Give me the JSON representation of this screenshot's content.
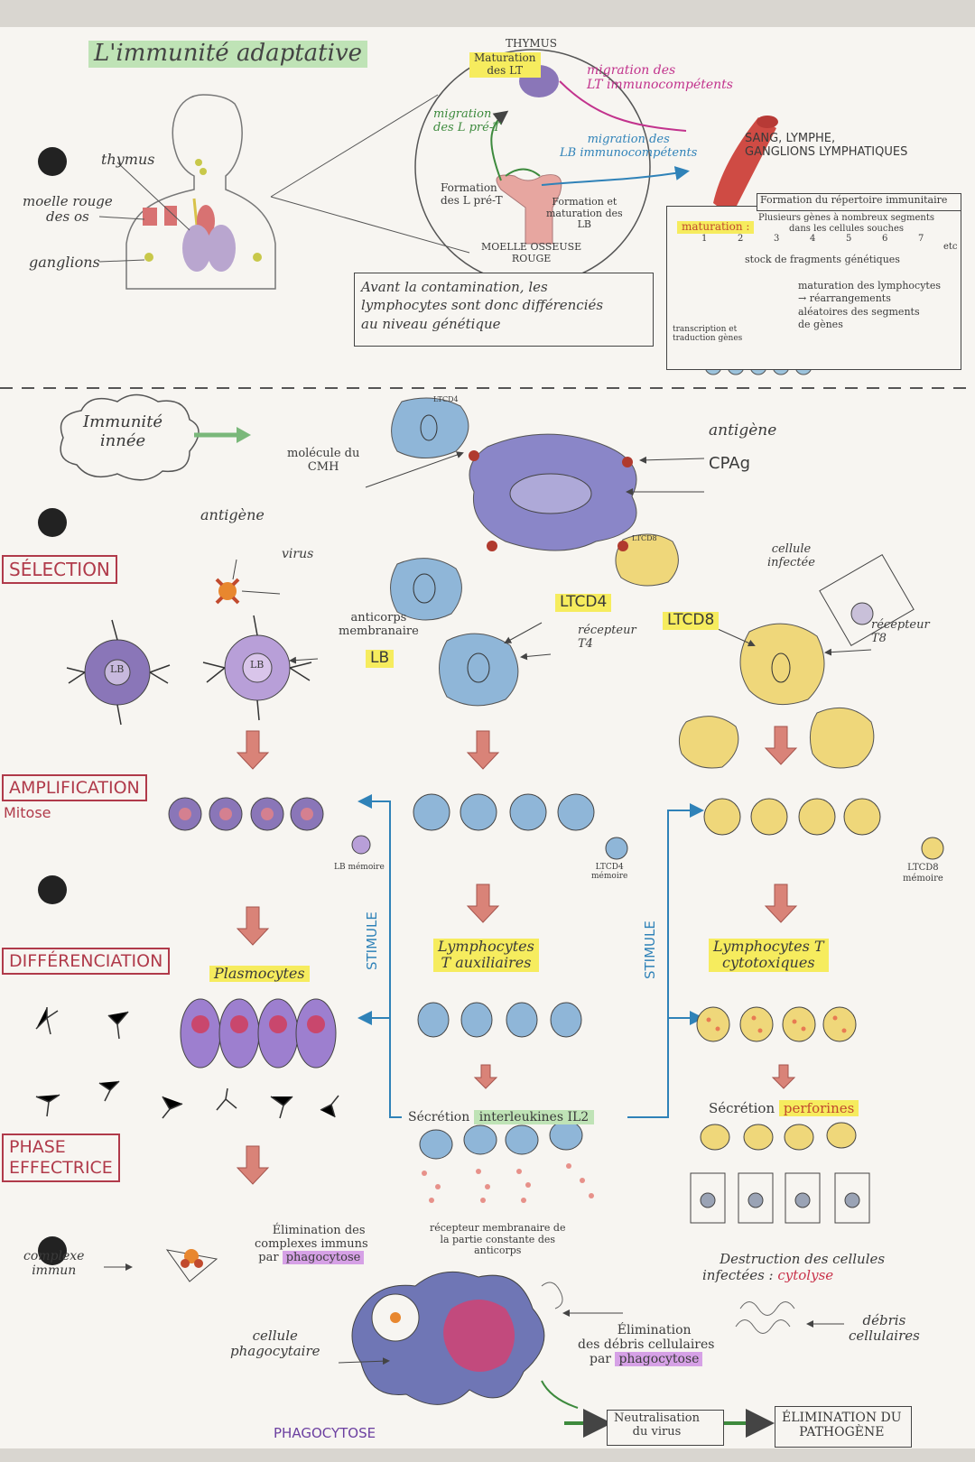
{
  "title": "L'immunité adaptative",
  "top": {
    "thymus_label": "thymus",
    "marrow_label": "moelle rouge\ndes os",
    "ganglions_label": "ganglions",
    "thymus_heading": "THYMUS",
    "maturation_lt": "Maturation\ndes LT",
    "migration_lt": "migration des\nLT immunocompétents",
    "migration_pret": "migration\ndes L pré-T",
    "migration_lb": "migration des\nLB immunocompétents",
    "formation_lpret": "Formation\ndes L pré-T",
    "formation_lb": "Formation et\nmaturation des\nLB",
    "moelle_osseuse": "MOELLE OSSEUSE\nROUGE",
    "blood_label": "SANG, LYMPHE,\nGANGLIONS LYMPHATIQUES",
    "note": "Avant la contamination, les\nlymphocytes sont donc différenciés\nau niveau génétique",
    "repertoire_title": "Formation du répertoire immunitaire",
    "maturation_word": "maturation :",
    "genes_text": "Plusieurs gènes à nombreux segments\ndans les cellules souches",
    "segments": [
      "1",
      "2",
      "3",
      "4",
      "5",
      "6",
      "7"
    ],
    "etc": "etc",
    "stock_text": "stock de fragments génétiques",
    "maturation_desc": "maturation des lymphocytes\n→ réarrangements\naléatoires des segments\nde gènes",
    "transcription": "transcription et\ntraduction gènes"
  },
  "bottom": {
    "innee": "Immunité\ninnée",
    "cmh": "molécule du\nCMH",
    "antigene": "antigène",
    "cpag": "CPAg",
    "ltcd4_small": "LTCD4",
    "ltcd8_small": "LTCD8",
    "antigene_left": "antigène",
    "virus": "virus",
    "anticorps_membranaire": "anticorps\nmembranaire",
    "lb_label": "LB",
    "lb_cell": "LB",
    "ltcd4": "LTCD4",
    "recepteur_t4": "récepteur\nT4",
    "ltcd8": "LTCD8",
    "cellule_infectee": "cellule\ninfectée",
    "recepteur_t8": "récepteur\nT8",
    "lb_memoire": "LB mémoire",
    "ltcd4_memoire": "LTCD4\nmémoire",
    "ltcd8_memoire": "LTCD8\nmémoire",
    "stimule": "STIMULE",
    "plasmocytes": "Plasmocytes",
    "lt_aux": "Lymphocytes\nT auxiliaires",
    "lt_cyto": "Lymphocytes T\ncytotoxiques",
    "secretion_il2_pre": "Sécrétion ",
    "secretion_il2_hl": "interleukines IL2",
    "secretion_perf_pre": "Sécrétion ",
    "secretion_perf_hl": "perforines",
    "complexe": "complexe\nimmun",
    "elimination_complexes": "Élimination des\ncomplexes immuns\npar ",
    "phagocytose_word": "phagocytose",
    "recepteur_membranaire": "récepteur membranaire de\nla partie constante des\nanticorps",
    "destruction": "Destruction des cellules\ninfectées : ",
    "cytolyse": "cytolyse",
    "cellule_phago": "cellule\nphagocytaire",
    "elimination_debris": "Élimination\ndes débris cellulaires\npar ",
    "debris": "débris\ncellulaires",
    "phagocytose_caps": "PHAGOCYTOSE",
    "neutralisation": "Neutralisation\ndu virus",
    "elimination_pathogene": "ÉLIMINATION DU\nPATHOGÈNE"
  },
  "stages": [
    "SÉLECTION",
    "AMPLIFICATION",
    "DIFFÉRENCIATION",
    "PHASE\nEFFECTRICE"
  ],
  "mitose": "Mitose",
  "colors": {
    "stage": "#b03a4a",
    "stimule": "#2f82b8",
    "lt4": "#8fb6d8",
    "lt8": "#efd77a",
    "lb": "#8a76b8",
    "plasmo": "#b99ad8",
    "arrow": "#d98378"
  }
}
